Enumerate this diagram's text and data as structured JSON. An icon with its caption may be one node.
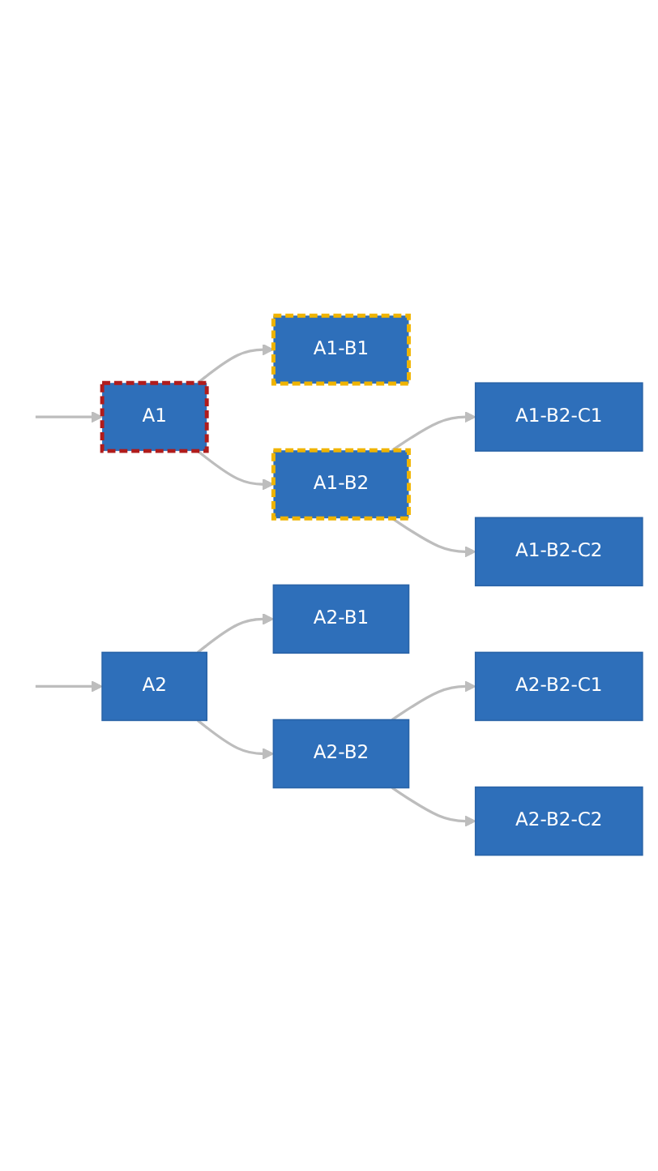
{
  "diagram": {
    "nodes": [
      {
        "text": [
          "A1"
        ]
      },
      {
        "text": [
          "A1-B1"
        ]
      },
      {
        "text": [
          "A1-B2"
        ]
      },
      {
        "text": [
          "A1-B2-C1"
        ]
      },
      {
        "text": [
          "A1-B2-C2"
        ]
      },
      {
        "text": [
          "A2"
        ]
      },
      {
        "text": [
          "A2-B1"
        ]
      },
      {
        "text": [
          "A2-B2"
        ]
      },
      {
        "text": [
          "A2-B2-C1"
        ]
      },
      {
        "text": [
          "A2-B2-C2"
        ]
      }
    ],
    "edges": [
      {
        "from": null,
        "to": 0,
        "arrow": "to"
      },
      {
        "from": 0,
        "to": 1,
        "arrow": "to"
      },
      {
        "from": 0,
        "to": 2,
        "arrow": "to"
      },
      {
        "from": 2,
        "to": 3,
        "arrow": "to"
      },
      {
        "from": 2,
        "to": 4,
        "arrow": "to"
      },
      {
        "from": null,
        "to": 5,
        "arrow": "to"
      },
      {
        "from": 5,
        "to": 6,
        "arrow": "to"
      },
      {
        "from": 5,
        "to": 7,
        "arrow": "to"
      },
      {
        "from": 7,
        "to": 8,
        "arrow": "to"
      },
      {
        "from": 7,
        "to": 9,
        "arrow": "to"
      }
    ]
  }
}
